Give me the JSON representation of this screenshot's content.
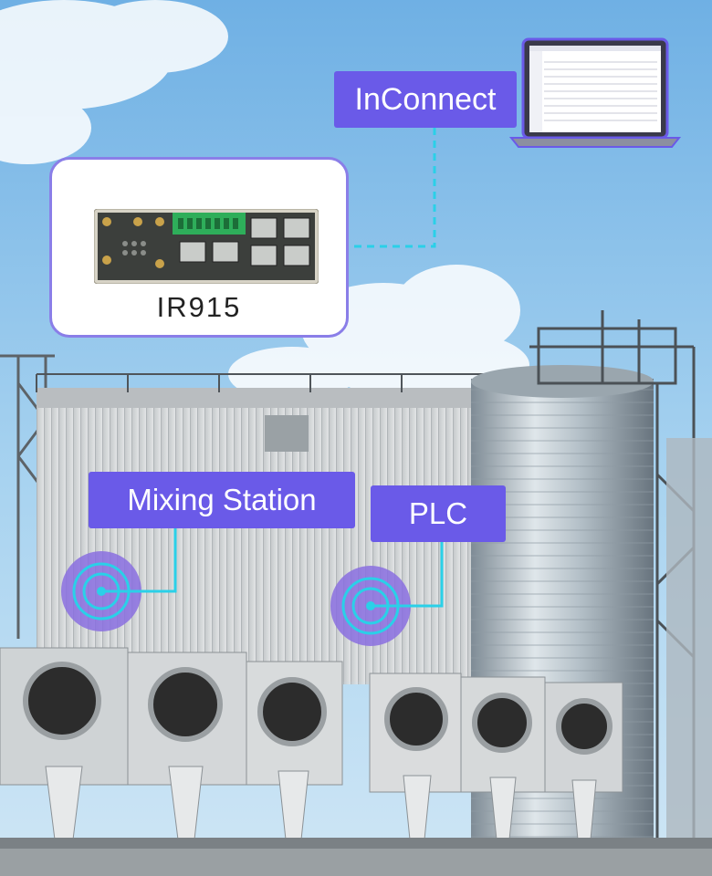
{
  "labels": {
    "cloud_platform": "InConnect",
    "device_model": "IR915",
    "station": "Mixing Station",
    "controller": "PLC"
  },
  "colors": {
    "label_bg": "#6a5ae8",
    "card_border": "#8a7ee8",
    "link_line": "#2ad0e8",
    "sensor_outer": "#8a6fe0"
  },
  "icons": [
    "laptop-icon",
    "router-device-icon",
    "wireless-sensor-icon"
  ]
}
